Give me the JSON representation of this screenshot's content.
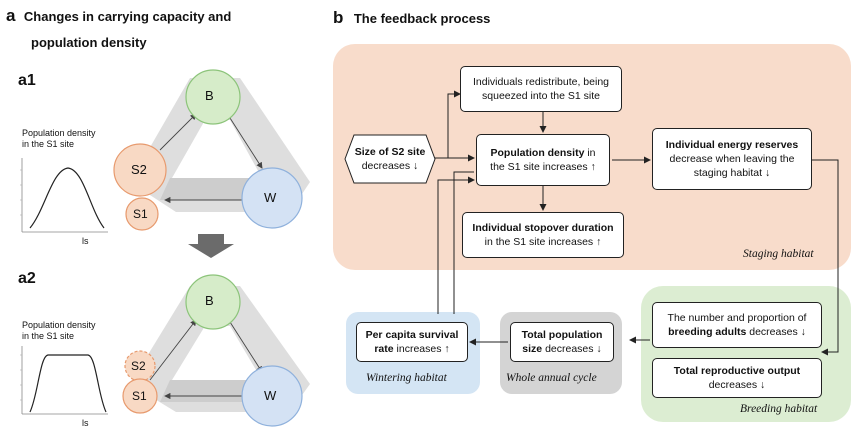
{
  "panel_a": {
    "letter": "a",
    "title_line1": "Changes in carrying capacity and",
    "title_line2": "population density",
    "a1_label": "a1",
    "a2_label": "a2",
    "plot_ylabel_line1": "Population density",
    "plot_ylabel_line2": "in the S1 site",
    "plot_xlabel": "ls",
    "nodes": {
      "B": "B",
      "S2": "S2",
      "S1": "S1",
      "W": "W"
    }
  },
  "panel_b": {
    "letter": "b",
    "title": "The feedback process",
    "box_redistribute": {
      "line1": "Individuals redistribute, being",
      "line2": "squeezed into the S1 site"
    },
    "box_size": {
      "bold": "Size of S2 site",
      "normal": "decreases ↓"
    },
    "box_popdensity": {
      "bold": "Population density",
      "normal1": " in",
      "line2": "the S1 site increases ↑"
    },
    "box_energy": {
      "bold": "Individual energy reserves",
      "line2": "decrease when leaving the",
      "line3": "staging habitat ↓"
    },
    "box_stopover": {
      "bold": "Individual stopover duration",
      "line2": "in the S1 site increases ↑"
    },
    "box_breeding": {
      "line1": "The number and proportion of",
      "bold": "breeding adults",
      "normal": " decreases ↓"
    },
    "box_reproductive": {
      "bold": "Total reproductive output",
      "line2": "decreases ↓"
    },
    "box_totalpop": {
      "bold1": "Total population",
      "bold2": "size",
      "normal": " decreases ↓"
    },
    "box_survival": {
      "bold1": "Per capita survival",
      "bold2": "rate",
      "normal": " increases ↑"
    },
    "habitats": {
      "staging": "Staging habitat",
      "breeding": "Breeding habitat",
      "whole": "Whole annual cycle",
      "wintering": "Wintering habitat"
    }
  },
  "colors": {
    "staging_bg": "#f8dccb",
    "breeding_bg": "#dcedd2",
    "whole_bg": "#d4d4d4",
    "wintering_bg": "#d4e5f4",
    "node_B": "#d6ecc9",
    "node_B_stroke": "#8cc47a",
    "node_S": "#f8d9c4",
    "node_S_stroke": "#e79a6e",
    "node_W": "#d4e2f4",
    "node_W_stroke": "#8fb1dc",
    "band": "#d6d6d6"
  }
}
